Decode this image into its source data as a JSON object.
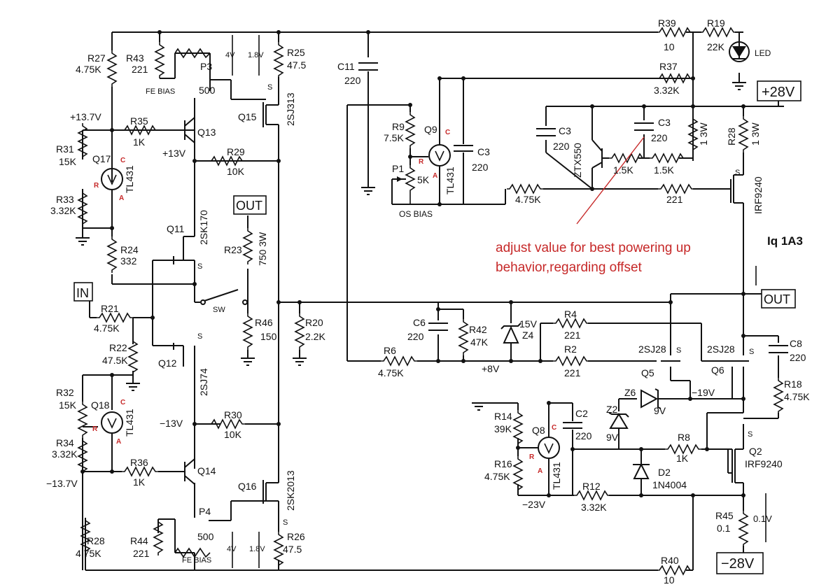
{
  "labels": {
    "R27": "R27",
    "R27v": "4.75K",
    "R43": "R43",
    "R43v": "221",
    "P3": "P3",
    "P3v": "500",
    "febias_top": "FE BIAS",
    "v4_top": "4V",
    "v18_top": "1.8V",
    "R25": "R25",
    "R25v": "47.5",
    "C11": "C11",
    "C11v": "220",
    "R39": "R39",
    "R39v": "10",
    "R19": "R19",
    "R19v": "22K",
    "LED": "LED",
    "R37": "R37",
    "R37v": "3.32K",
    "p28": "+28V",
    "Q15": "Q15",
    "Q15t": "2SJ313",
    "v137p": "+13.7V",
    "R35": "R35",
    "R35v": "1K",
    "Q13": "Q13",
    "R31": "R31",
    "R31v": "15K",
    "Q17": "Q17",
    "TL431a": "TL431",
    "R33": "R33",
    "R33v": "3.32K",
    "v13p": "+13V",
    "R29": "R29",
    "R29v": "10K",
    "R9": "R9",
    "R9v": "7.5K",
    "Q9": "Q9",
    "TL431b": "TL431",
    "C3a": "C3",
    "C3av": "220",
    "P1": "P1",
    "P1v": "5K",
    "osbias": "OS BIAS",
    "C3b": "C3",
    "C3bv": "220",
    "C3c": "C3",
    "C3cv": "220",
    "ZTX550": "ZTX550",
    "R15a": "1.5K",
    "R15b": "1.5K",
    "W13a": "1 3W",
    "W13b": "1 3W",
    "R28t": "R28",
    "R475a": "4.75K",
    "R221a": "221",
    "IRF9240a": "IRF9240",
    "OUTa": "OUT",
    "R23": "R23",
    "R23v": "750 3W",
    "Q11": "Q11",
    "Q11t": "2SK170",
    "R24": "R24",
    "R24v": "332",
    "IN": "IN",
    "R21": "R21",
    "R21v": "4.75K",
    "SW": "SW",
    "R46": "R46",
    "R46v": "150",
    "R20": "R20",
    "R20v": "2.2K",
    "R22": "R22",
    "R22v": "47.5K",
    "Q12": "Q12",
    "Q12t": "2SJ74",
    "C6": "C6",
    "C6v": "220",
    "R42": "R42",
    "R42v": "47K",
    "v15": "15V",
    "Z4": "Z4",
    "R4": "R4",
    "R4v": "221",
    "R2": "R2",
    "R2v": "221",
    "R6": "R6",
    "R6v": "4.75K",
    "v8p": "+8V",
    "Iq": "Iq 1A3",
    "OUTb": "OUT",
    "Q5t": "2SJ28",
    "Q5": "Q5",
    "Q6t": "2SJ28",
    "Q6": "Q6",
    "C8": "C8",
    "C8v": "220",
    "R18": "R18",
    "R18v": "4.75K",
    "v19m": "−19V",
    "Z6": "Z6",
    "v9a": "9V",
    "Z2": "Z2",
    "v9b": "9V",
    "R32": "R32",
    "R32v": "15K",
    "Q18": "Q18",
    "TL431c": "TL431",
    "R34": "R34",
    "R34v": "3.32K",
    "v13m": "−13V",
    "R30": "R30",
    "R30v": "10K",
    "R14": "R14",
    "R14v": "39K",
    "Q8": "Q8",
    "TL431d": "TL431",
    "C2": "C2",
    "C2v": "220",
    "R8": "R8",
    "R8v": "1K",
    "Q2": "Q2",
    "Q2t": "IRF9240",
    "R16": "R16",
    "R16v": "4.75K",
    "D2": "D2",
    "D2t": "1N4004",
    "v137m": "−13.7V",
    "R36": "R36",
    "R36v": "1K",
    "Q14": "Q14",
    "Q16": "Q16",
    "Q16t": "2SK2013",
    "v23m": "−23V",
    "R12": "R12",
    "R12v": "3.32K",
    "R45": "R45",
    "R45v": "0.1",
    "v01": "0.1V",
    "P4": "P4",
    "P4v": "500",
    "R28b": "R28",
    "R28bv": "4.75K",
    "R44": "R44",
    "R44v": "221",
    "febias_bot": "FE BIAS",
    "v4_bot": "4V",
    "v18_bot": "1.8V",
    "R26": "R26",
    "R26v": "47.5",
    "R40": "R40",
    "R40v": "10",
    "m28": "−28V",
    "S": "S",
    "pinC": "C",
    "pinR": "R",
    "pinA": "A",
    "note1": "adjust value for best powering up",
    "note2": "behavior,regarding offset"
  },
  "colors": {
    "annotation": "#c62828",
    "wire": "#111111"
  }
}
